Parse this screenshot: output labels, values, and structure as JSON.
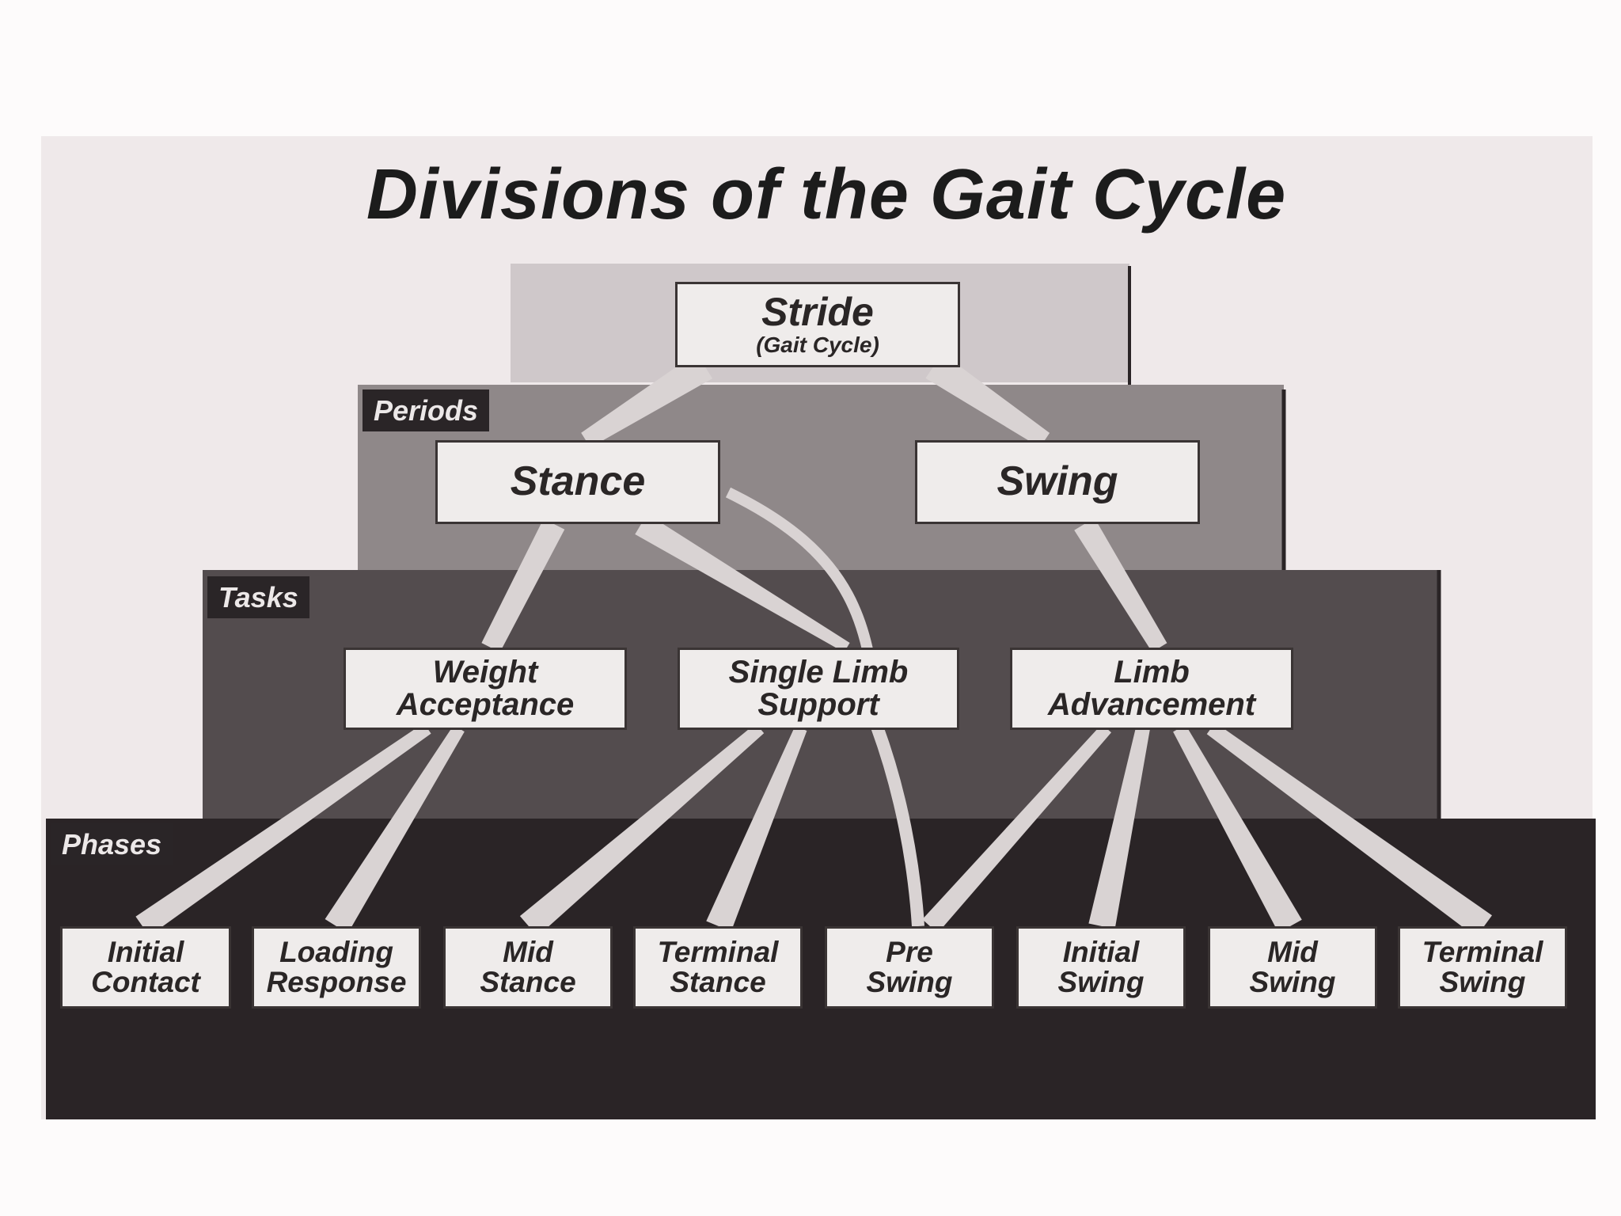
{
  "title": "Divisions of the Gait Cycle",
  "colors": {
    "background": "#fdfbfb",
    "panel_back": "#efe9ea",
    "stride_band": "#cfc8ca",
    "periods_band": "#8f8889",
    "tasks_band": "#534c4e",
    "phases_band": "#2a2426",
    "box_fill": "#efeceb",
    "connector": "#d9d3d3"
  },
  "tiers": {
    "periods": "Periods",
    "tasks": "Tasks",
    "phases": "Phases"
  },
  "stride": {
    "label": "Stride",
    "sub": "(Gait Cycle)"
  },
  "periods": [
    {
      "label": "Stance"
    },
    {
      "label": "Swing"
    }
  ],
  "tasks": [
    {
      "line1": "Weight",
      "line2": "Acceptance"
    },
    {
      "line1": "Single Limb",
      "line2": "Support"
    },
    {
      "line1": "Limb",
      "line2": "Advancement"
    }
  ],
  "phases": [
    {
      "line1": "Initial",
      "line2": "Contact"
    },
    {
      "line1": "Loading",
      "line2": "Response"
    },
    {
      "line1": "Mid",
      "line2": "Stance"
    },
    {
      "line1": "Terminal",
      "line2": "Stance"
    },
    {
      "line1": "Pre",
      "line2": "Swing"
    },
    {
      "line1": "Initial",
      "line2": "Swing"
    },
    {
      "line1": "Mid",
      "line2": "Swing"
    },
    {
      "line1": "Terminal",
      "line2": "Swing"
    }
  ]
}
